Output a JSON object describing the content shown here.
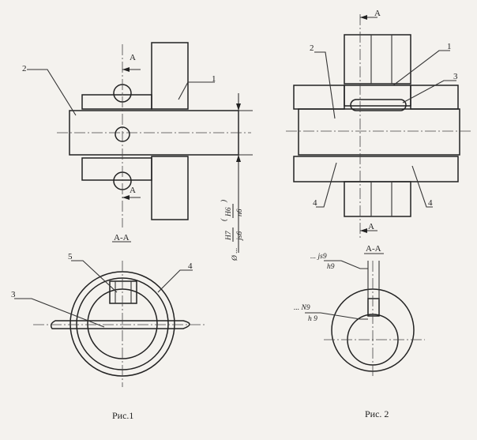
{
  "figure1": {
    "caption": "Рис.1",
    "section_mark": "А",
    "section_title": "А-А",
    "labels": [
      "2",
      "1",
      "5",
      "4",
      "3"
    ],
    "fit_prefix": "Ø ...",
    "fit_a": "H7",
    "fit_b": "js6",
    "fit_c": "H6",
    "fit_d": "n6"
  },
  "figure2": {
    "caption": "Рис. 2",
    "section_mark": "А",
    "section_title": "А-А",
    "labels": [
      "2",
      "1",
      "3",
      "4",
      "4"
    ],
    "fit1_top": "... js9",
    "fit1_bottom": "h9",
    "fit2_top": "... N9",
    "fit2_bottom": "h 9"
  },
  "colors": {
    "ink": "#222222",
    "paper": "#f4f2ee"
  }
}
